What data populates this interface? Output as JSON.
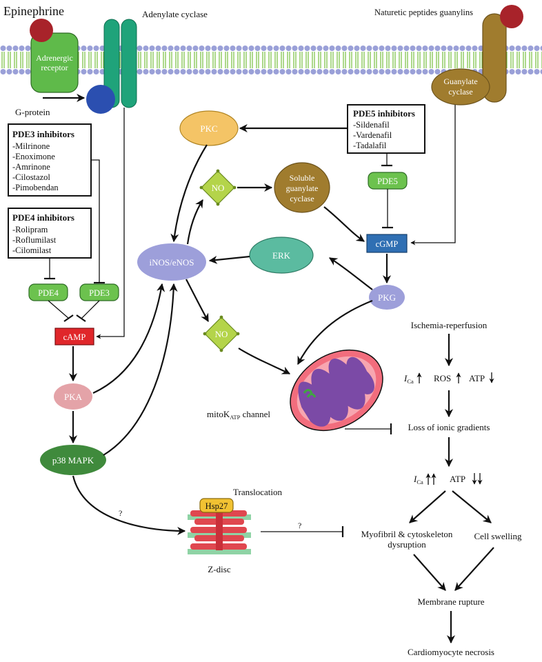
{
  "labels": {
    "epinephrine": "Epinephrine",
    "adenylate_cyclase": "Adenylate cyclase",
    "natriuretic": "Naturetic peptides guanylins",
    "adrenergic_line1": "Adrenergic",
    "adrenergic_line2": "receptor",
    "g_protein": "G-protein",
    "guanylate_line1": "Guanylate",
    "guanylate_line2": "cyclase",
    "pkc": "PKC",
    "no_top": "NO",
    "soluble_line1": "Soluble",
    "soluble_line2": "guanylate",
    "soluble_line3": "cyclase",
    "pde5": "PDE5",
    "cgmp": "cGMP",
    "inos": "iNOS/eNOS",
    "erk": "ERK",
    "pkg": "PKG",
    "pde4": "PDE4",
    "pde3": "PDE3",
    "camp": "cAMP",
    "no_bottom": "NO",
    "pka": "PKA",
    "p38": "p38 MAPK",
    "mitok_prefix": "mitoK",
    "mitok_sub": "ATP",
    "mitok_suffix": " channel",
    "translocation": "Translocation",
    "hsp27": "Hsp27",
    "zdisc": "Z-disc",
    "question1": "?",
    "question2": "?"
  },
  "inhibitor_boxes": {
    "pde3": {
      "title": "PDE3 inhibitors",
      "items": [
        "-Milrinone",
        "-Enoximone",
        "-Amrinone",
        "-Cilostazol",
        "-Pimobendan"
      ]
    },
    "pde4": {
      "title": "PDE4 inhibitors",
      "items": [
        "-Rolipram",
        "-Roflumilast",
        "-Cilomilast"
      ]
    },
    "pde5": {
      "title": "PDE5 inhibitors",
      "items": [
        "-Sildenafil",
        "-Vardenafil",
        "-Tadalafil"
      ]
    }
  },
  "pathway": {
    "ischemia": "Ischemia-reperfusion",
    "ica_symbol": "I",
    "ica_sub": "Ca",
    "ros": "ROS",
    "atp": "ATP",
    "loss": "Loss of ionic gradients",
    "myofibril_line1": "Myofibril & cytoskeleton",
    "myofibril_line2": "dysruption",
    "swelling": "Cell swelling",
    "rupture": "Membrane rupture",
    "necrosis": "Cardiomyocyte necrosis"
  },
  "colors": {
    "membrane_head": "#9aa0d8",
    "membrane_tail": "#7ec24a",
    "ligand_red": "#a8232a",
    "receptor_green": "#5fba4a",
    "adenylate_teal": "#1fa37a",
    "gprotein_blue": "#2b4fb0",
    "guanylate_brown": "#a07c2e",
    "pkc_orange": "#f4c466",
    "no_green": "#b4d44a",
    "pde_green": "#6cc24e",
    "cgmp_blue": "#2f6fb3",
    "inos_lavender": "#9d9fda",
    "erk_teal": "#5bbba0",
    "camp_red": "#e0262a",
    "pka_pink": "#e4a3a8",
    "p38_green": "#3f8a3c",
    "mito_pink": "#f26d7d",
    "mito_purple": "#7b4aa6",
    "hsp27_yellow": "#f1c232",
    "zdisc_red": "#e0474f",
    "zdisc_green": "#8fd3a5"
  }
}
